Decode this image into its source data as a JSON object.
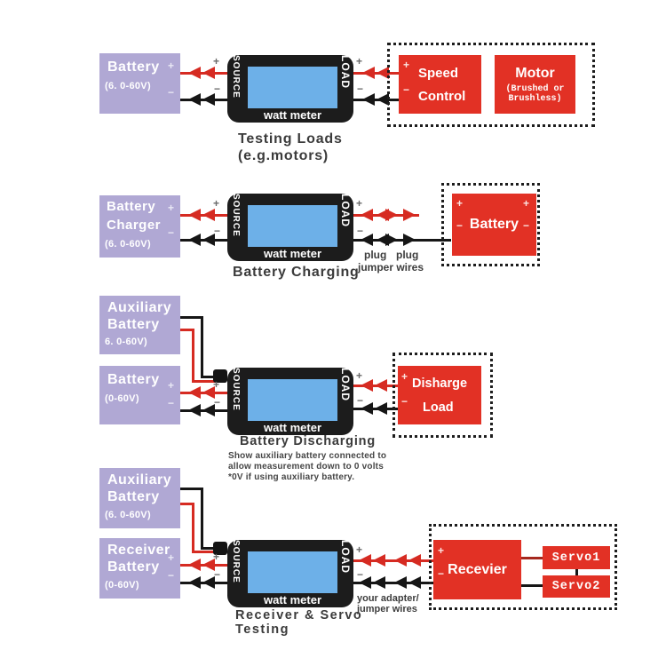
{
  "colors": {
    "purple": "#b0a8d4",
    "red": "#e23125",
    "screen_blue": "#6db0e8",
    "meter_body": "#1c1c1c",
    "wire_red": "#d62b22",
    "wire_black": "#161616",
    "caption": "#3b3b3b"
  },
  "sym": {
    "plus": "+",
    "minus": "−"
  },
  "meter": {
    "source": "SOURCE",
    "load": "LOAD",
    "label": "watt meter"
  },
  "s1": {
    "battery": {
      "title": "Battery",
      "volt": "(6. 0-60V)"
    },
    "speed": {
      "line1": "Speed",
      "line2": "Control"
    },
    "motor": {
      "title": "Motor",
      "sub1": "(Brushed or",
      "sub2": "Brushless)"
    },
    "caption1": "Testing Loads",
    "caption2": "(e.g.motors)"
  },
  "s2": {
    "charger": {
      "line1": "Battery",
      "line2": "Charger",
      "volt": "(6. 0-60V)"
    },
    "battery": {
      "title": "Battery"
    },
    "plug1": "plug",
    "plug2": "plug",
    "jumper": "jumper wires",
    "caption": "Battery Charging"
  },
  "s3": {
    "aux": {
      "line1": "Auxiliary",
      "line2": "Battery",
      "volt": "6. 0-60V)"
    },
    "battery": {
      "title": "Battery",
      "volt": "(0-60V)"
    },
    "discharge": {
      "line1": "Disharge",
      "line2": "Load"
    },
    "caption": "Battery Discharging",
    "note1": "Show auxiliary battery connected to",
    "note2": "allow measurement down to 0 volts",
    "note3": "*0V if using auxiliary battery."
  },
  "s4": {
    "aux": {
      "line1": "Auxiliary",
      "line2": "Battery",
      "volt": "(6. 0-60V)"
    },
    "rxbatt": {
      "line1": "Receiver",
      "line2": "Battery",
      "volt": "(0-60V)"
    },
    "receiver": "Recevier",
    "servo1": "Servo1",
    "servo2": "Servo2",
    "caption1": "Receiver & Servo",
    "caption2": "Testing",
    "adapter1": "your adapter/",
    "adapter2": "jumper wires"
  }
}
